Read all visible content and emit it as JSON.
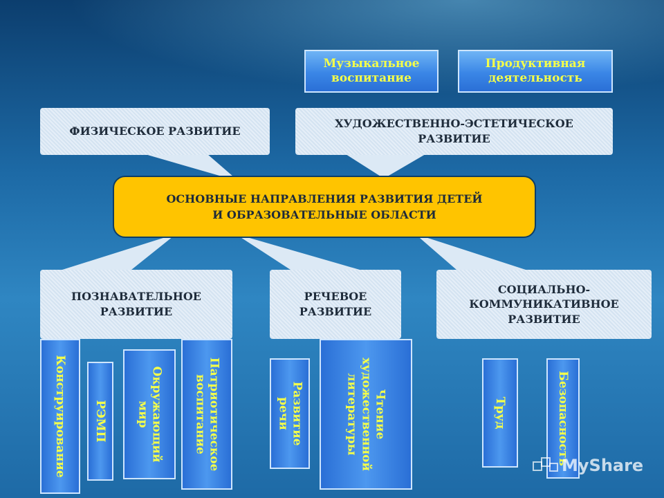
{
  "top_buttons": {
    "music": "Музыкальное\nвоспитание",
    "productive": "Продуктивная\nдеятельность"
  },
  "callouts": {
    "physical": "ФИЗИЧЕСКОЕ РАЗВИТИЕ",
    "artistic": "ХУДОЖЕСТВЕННО-ЭСТЕТИЧЕСКОЕ\nРАЗВИТИЕ",
    "cognitive": "ПОЗНАВАТЕЛЬНОЕ\nРАЗВИТИЕ",
    "speech": "РЕЧЕВОЕ\nРАЗВИТИЕ",
    "social": "СОЦИАЛЬНО-\nКОММУНИКАТИВНОЕ\nРАЗВИТИЕ"
  },
  "center": {
    "title": "ОСНОВНЫЕ НАПРАВЛЕНИЯ РАЗВИТИЯ ДЕТЕЙ\nИ ОБРАЗОВАТЕЛЬНЫЕ ОБЛАСТИ"
  },
  "areas": {
    "construction": "Конструирование",
    "femp": "РЭМП",
    "world": "Окружающий\nмир",
    "patriotic": "Патриотическое\nвоспитание",
    "speech_dev": "Развитие\nречи",
    "reading": "Чтение\nхудожественной\nлитературы",
    "labor": "Труд",
    "safety": "Безопасность"
  },
  "logo": {
    "text": "MyShare"
  },
  "colors": {
    "accent_yellow": "#ffc400",
    "label_yellow": "#f4ff4a",
    "bar_blue": "#3a86e6",
    "callout_bg": "#dce9f5"
  }
}
